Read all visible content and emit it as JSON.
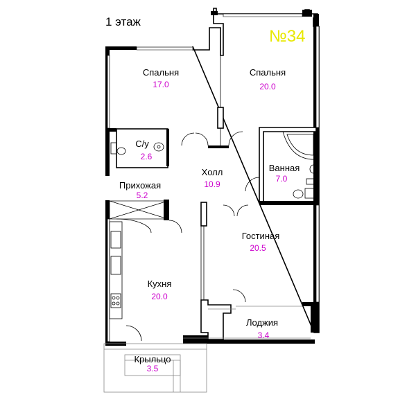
{
  "header": {
    "floor_label": "1 этаж",
    "apartment_number": "№34"
  },
  "colors": {
    "area_text": "#cc00cc",
    "apartment_number": "#e8e800",
    "walls": "#000000",
    "porch_text": "#888888"
  },
  "rooms": [
    {
      "id": "bedroom-1",
      "name": "Спальня",
      "area": "17.0"
    },
    {
      "id": "bedroom-2",
      "name": "Спальня",
      "area": "20.0"
    },
    {
      "id": "wc",
      "name": "С/у",
      "area": "2.6"
    },
    {
      "id": "hall",
      "name": "Холл",
      "area": "10.9"
    },
    {
      "id": "bathroom",
      "name": "Ванная",
      "area": "7.0"
    },
    {
      "id": "entrance",
      "name": "Прихожая",
      "area": "5.2"
    },
    {
      "id": "living",
      "name": "Гостиная",
      "area": "20.5"
    },
    {
      "id": "kitchen",
      "name": "Кухня",
      "area": "20.0"
    },
    {
      "id": "loggia",
      "name": "Лоджия",
      "area": "3.4"
    },
    {
      "id": "porch",
      "name": "Крыльцо",
      "area": "3.5"
    }
  ]
}
